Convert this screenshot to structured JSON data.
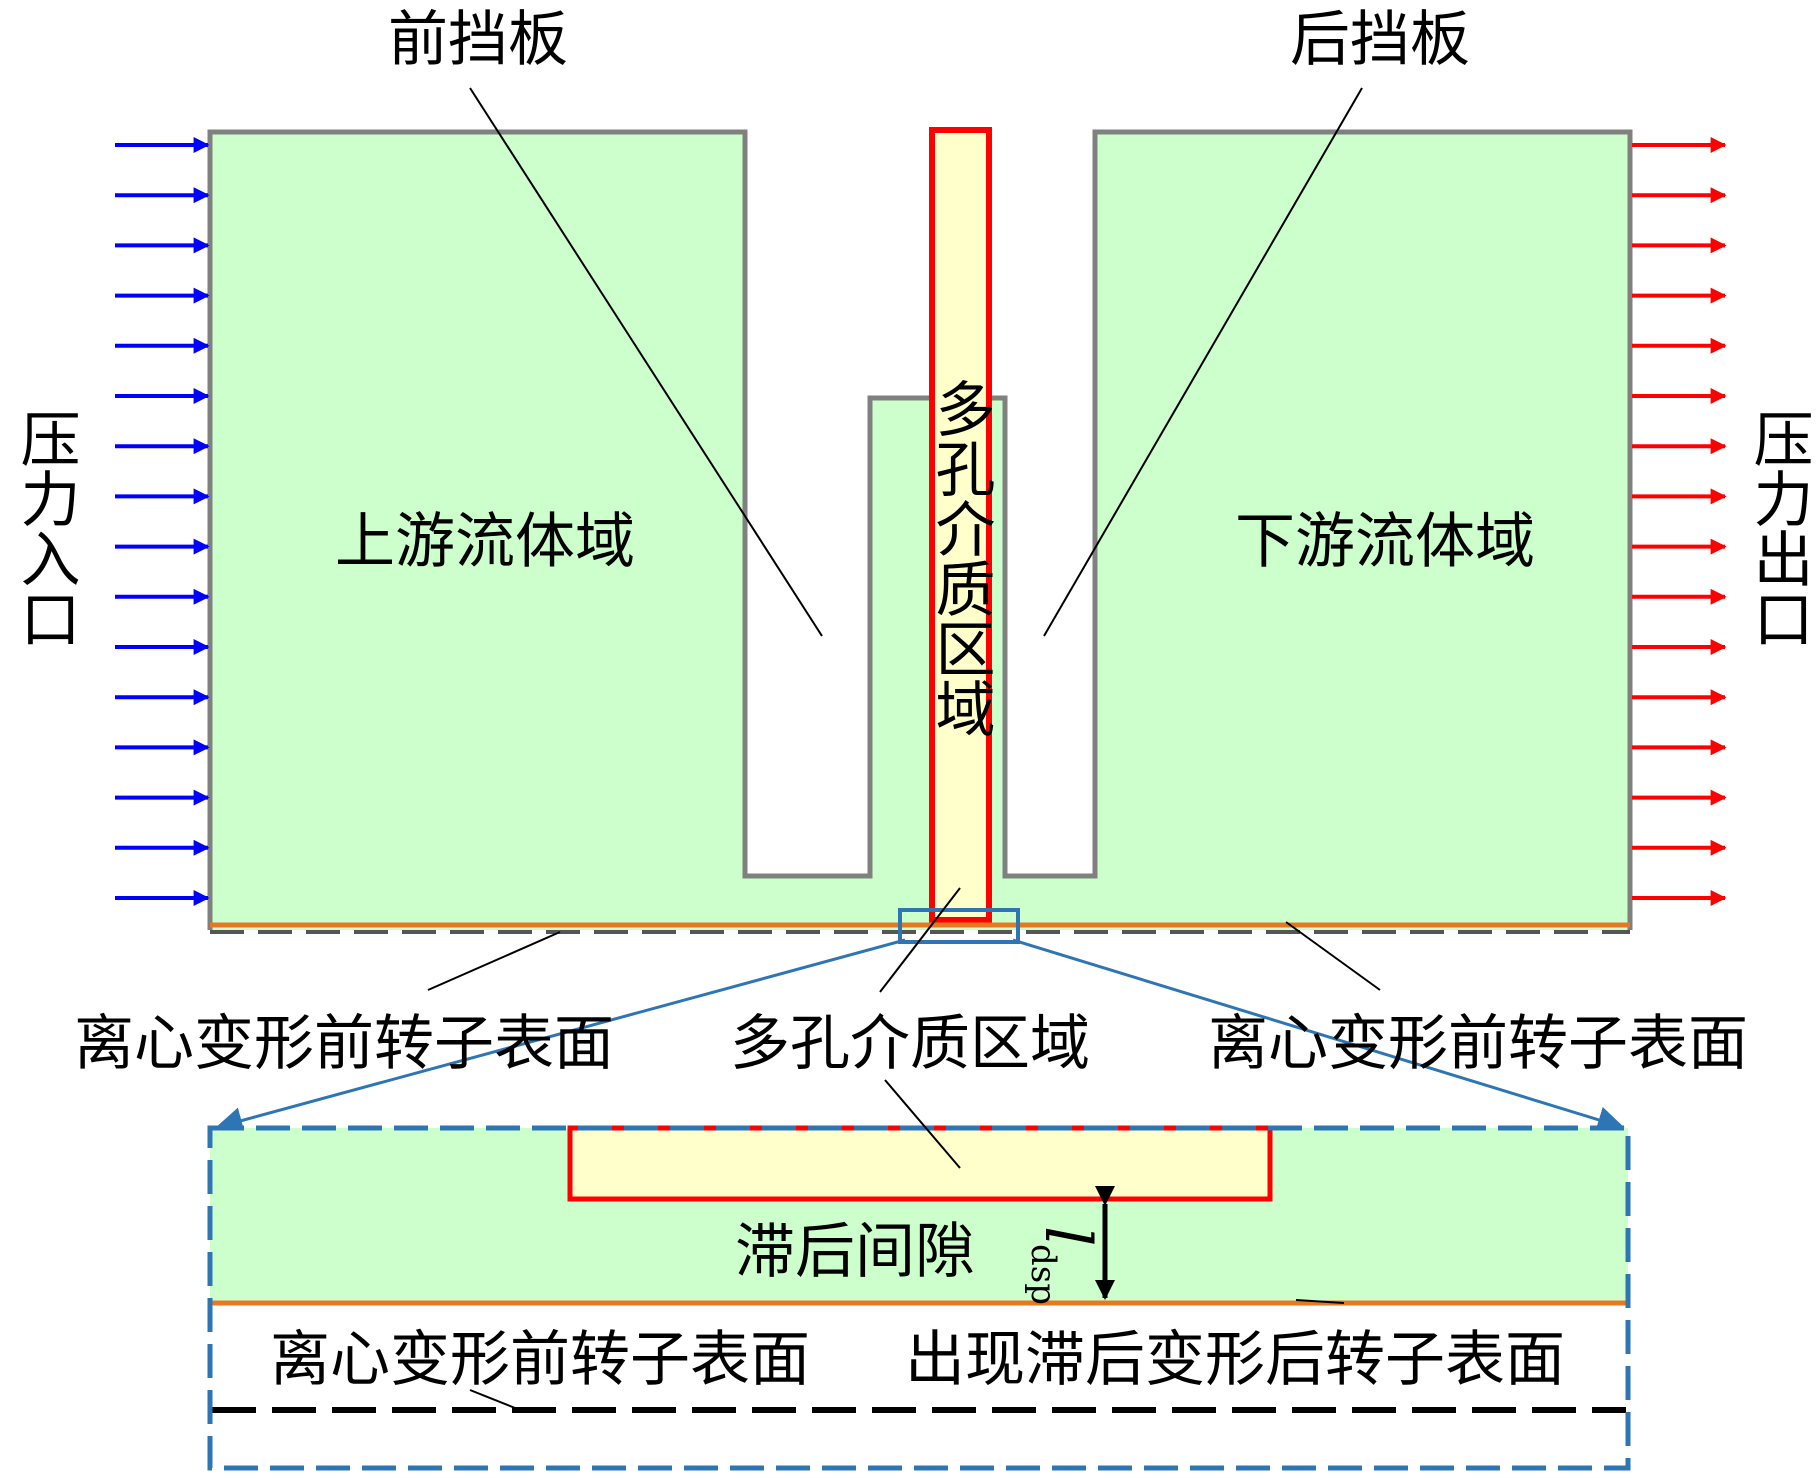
{
  "labels": {
    "front_baffle": "前挡板",
    "rear_baffle": "后挡板",
    "pressure_inlet": "压力入口",
    "pressure_outlet": "压力出口",
    "upstream_domain": "上游流体域",
    "downstream_domain": "下游流体域",
    "porous_region_vertical": "多孔介质区域",
    "rotor_surface_left": "离心变形前转子表面",
    "porous_region_bottom": "多孔介质区域",
    "rotor_surface_right": "离心变形前转子表面",
    "lag_gap": "滞后间隙",
    "gap_symbol": "l",
    "gap_subscript": "dsp",
    "detail_rotor_before": "离心变形前转子表面",
    "detail_rotor_after": "出现滞后变形后转子表面"
  },
  "colors": {
    "fluid_fill": "#ccffcc",
    "porous_fill": "#ffffcc",
    "porous_border": "#ff0000",
    "domain_border": "#808080",
    "inlet_arrow": "#0000ff",
    "outlet_arrow": "#ff0000",
    "rotor_line": "#e87722",
    "zoom_frame": "#2e75b6",
    "leader_line": "#000000"
  },
  "arrow_counts": {
    "inlet": 16,
    "outlet": 16
  }
}
